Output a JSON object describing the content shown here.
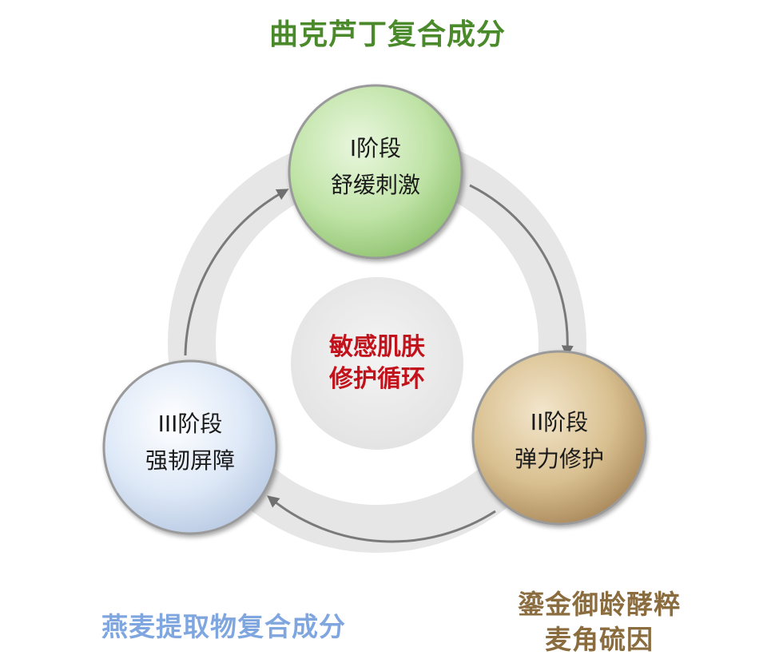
{
  "colors": {
    "title_top": "#4a8a2a",
    "title_left": "#7fa6df",
    "title_right": "#8a6c3e",
    "center": "#c2121b",
    "stage1_fill": "#bfe3a6",
    "stage2_fill": "#d8bf8f",
    "stage3_fill": "#dde8f7"
  },
  "titles": {
    "top": "曲克芦丁复合成分",
    "left": "燕麦提取物复合成分",
    "right_line1": "鎏金御龄酵粹",
    "right_line2": "麦角硫因"
  },
  "center": {
    "line1": "敏感肌肤",
    "line2": "修护循环"
  },
  "stages": [
    {
      "id": "stage-1",
      "stage": "I阶段",
      "desc": "舒缓刺激"
    },
    {
      "id": "stage-2",
      "stage": "II阶段",
      "desc": "弹力修护"
    },
    {
      "id": "stage-3",
      "stage": "III阶段",
      "desc": "强韧屏障"
    }
  ]
}
